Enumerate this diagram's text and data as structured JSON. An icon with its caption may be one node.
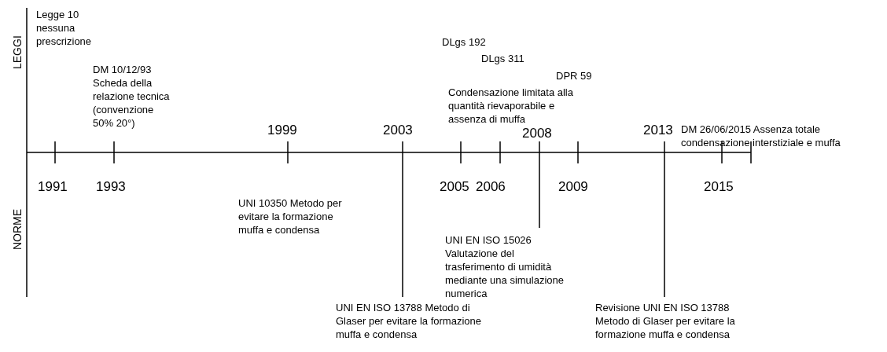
{
  "diagram": {
    "labels": [
      "LEGGI",
      "Legge 10 nessuna prescrizione",
      "DM 10/12/93 Scheda della relazione tecnica (convenzione 50% 20°)",
      "DLgs 192",
      "DLgs 311",
      "DPR 59",
      "Condensazione limitata alla quantità rievaporabile e assenza di muffa",
      "DM 26/06/2015 Assenza totale condensazione interstiziale e muffa",
      "1999",
      "2003",
      "2008",
      "2013",
      "NORME",
      "1991",
      "1993",
      "2005",
      "2006",
      "2009",
      "2015",
      "UNI 10350 Metodo per evitare la formazione muffa e condensa",
      "UNI EN ISO 15026 Valutazione del trasferimento di umidità mediante una simulazione numerica",
      "UNI EN ISO 13788 Metodo di Glaser per evitare la formazione muffa e condensa",
      "Revisione UNI EN ISO 13788 Metodo di Glaser per evitare la formazione muffa e condensa"
    ]
  }
}
